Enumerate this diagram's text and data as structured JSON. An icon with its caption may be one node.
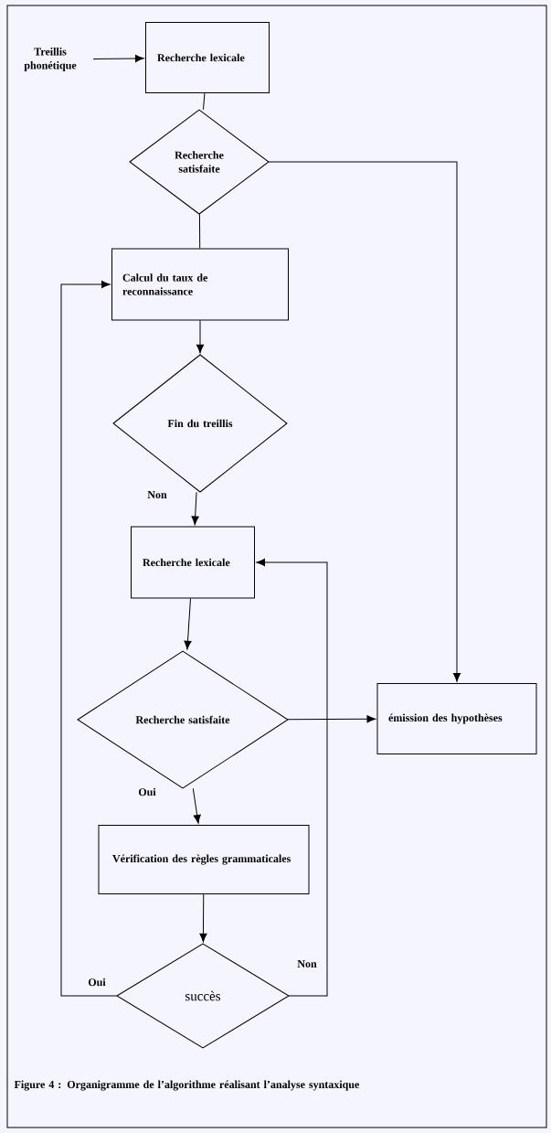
{
  "diagram": {
    "caption": "Figure 4 : Organigramme de l’algorithme réalisant l’analyse syntaxique",
    "nodes": [
      {
        "text": [
          "Treillis phonétique"
        ]
      },
      {
        "text": [
          "Recherche lexicale"
        ]
      },
      {
        "text": [
          "Recherche satisfaite"
        ]
      },
      {
        "text": [
          "Calcul du taux de reconnaissance"
        ]
      },
      {
        "text": [
          "Fin du treillis"
        ]
      },
      {
        "text": [
          "Recherche lexicale"
        ]
      },
      {
        "text": [
          "Recherche satisfaite"
        ]
      },
      {
        "text": [
          "émission des hypothèses"
        ]
      },
      {
        "text": [
          "Vérification des règles grammaticales"
        ]
      },
      {
        "text": [
          "succès"
        ]
      }
    ],
    "edges": [
      {
        "from": 0,
        "to": 1,
        "arrow": "to"
      },
      {
        "from": 1,
        "to": 2,
        "arrow": "none"
      },
      {
        "from": 2,
        "to": 3,
        "arrow": "none"
      },
      {
        "from": 2,
        "to": 7,
        "arrow": "to"
      },
      {
        "from": 3,
        "to": 4,
        "arrow": "to"
      },
      {
        "from": 4,
        "to": 5,
        "arrow": "to",
        "label": "Non"
      },
      {
        "from": 5,
        "to": 6,
        "arrow": "to"
      },
      {
        "from": 6,
        "to": 7,
        "arrow": "to"
      },
      {
        "from": 6,
        "to": 8,
        "arrow": "to",
        "label": "Oui"
      },
      {
        "from": 8,
        "to": 9,
        "arrow": "to"
      },
      {
        "from": 9,
        "to": 3,
        "arrow": "to",
        "label": "Oui"
      },
      {
        "from": 9,
        "to": 5,
        "arrow": "to",
        "label": "Non"
      }
    ]
  }
}
